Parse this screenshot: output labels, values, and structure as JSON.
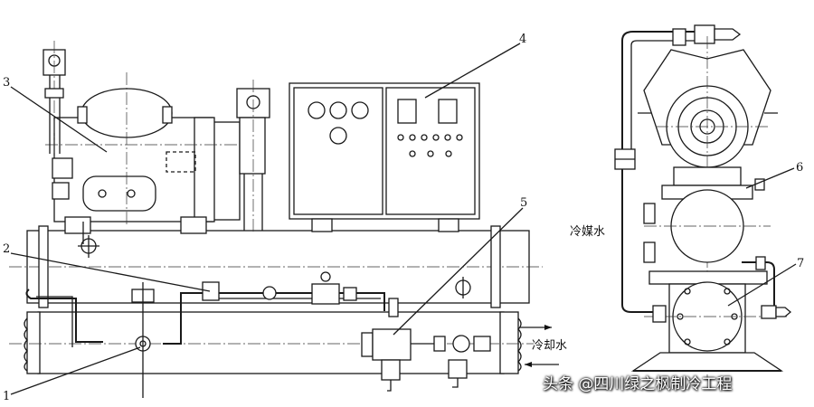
{
  "callouts": [
    "1",
    "2",
    "3",
    "4",
    "5",
    "6",
    "7"
  ],
  "labels": {
    "refrigerant_water": "冷媒水",
    "cooling_water": "冷却水"
  },
  "watermark": "头条 @四川绿之枫制冷工程"
}
